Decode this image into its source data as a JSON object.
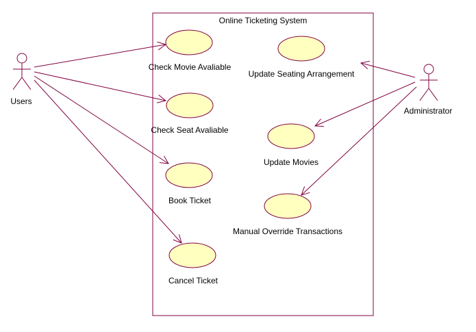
{
  "diagram": {
    "title": "Online Ticketing System",
    "colors": {
      "border": "#800040",
      "usecase_fill": "#ffffc0",
      "text": "#000000",
      "background": "#ffffff"
    },
    "actors": {
      "users": {
        "label": "Users"
      },
      "administrator": {
        "label": "Administrator"
      }
    },
    "use_cases": {
      "check_movie": "Check Movie Avaliable",
      "check_seat": "Check Seat Avaliable",
      "book_ticket": "Book Ticket",
      "cancel_ticket": "Cancel Ticket",
      "update_seating": "Update Seating Arrangement",
      "update_movies": "Update Movies",
      "manual_override": "Manual Override Transactions"
    },
    "associations": [
      {
        "from": "Users",
        "to": "Check Movie Avaliable"
      },
      {
        "from": "Users",
        "to": "Check Seat Avaliable"
      },
      {
        "from": "Users",
        "to": "Book Ticket"
      },
      {
        "from": "Users",
        "to": "Cancel Ticket"
      },
      {
        "from": "Administrator",
        "to": "Update Seating Arrangement"
      },
      {
        "from": "Administrator",
        "to": "Update Movies"
      },
      {
        "from": "Administrator",
        "to": "Manual Override Transactions"
      }
    ]
  }
}
